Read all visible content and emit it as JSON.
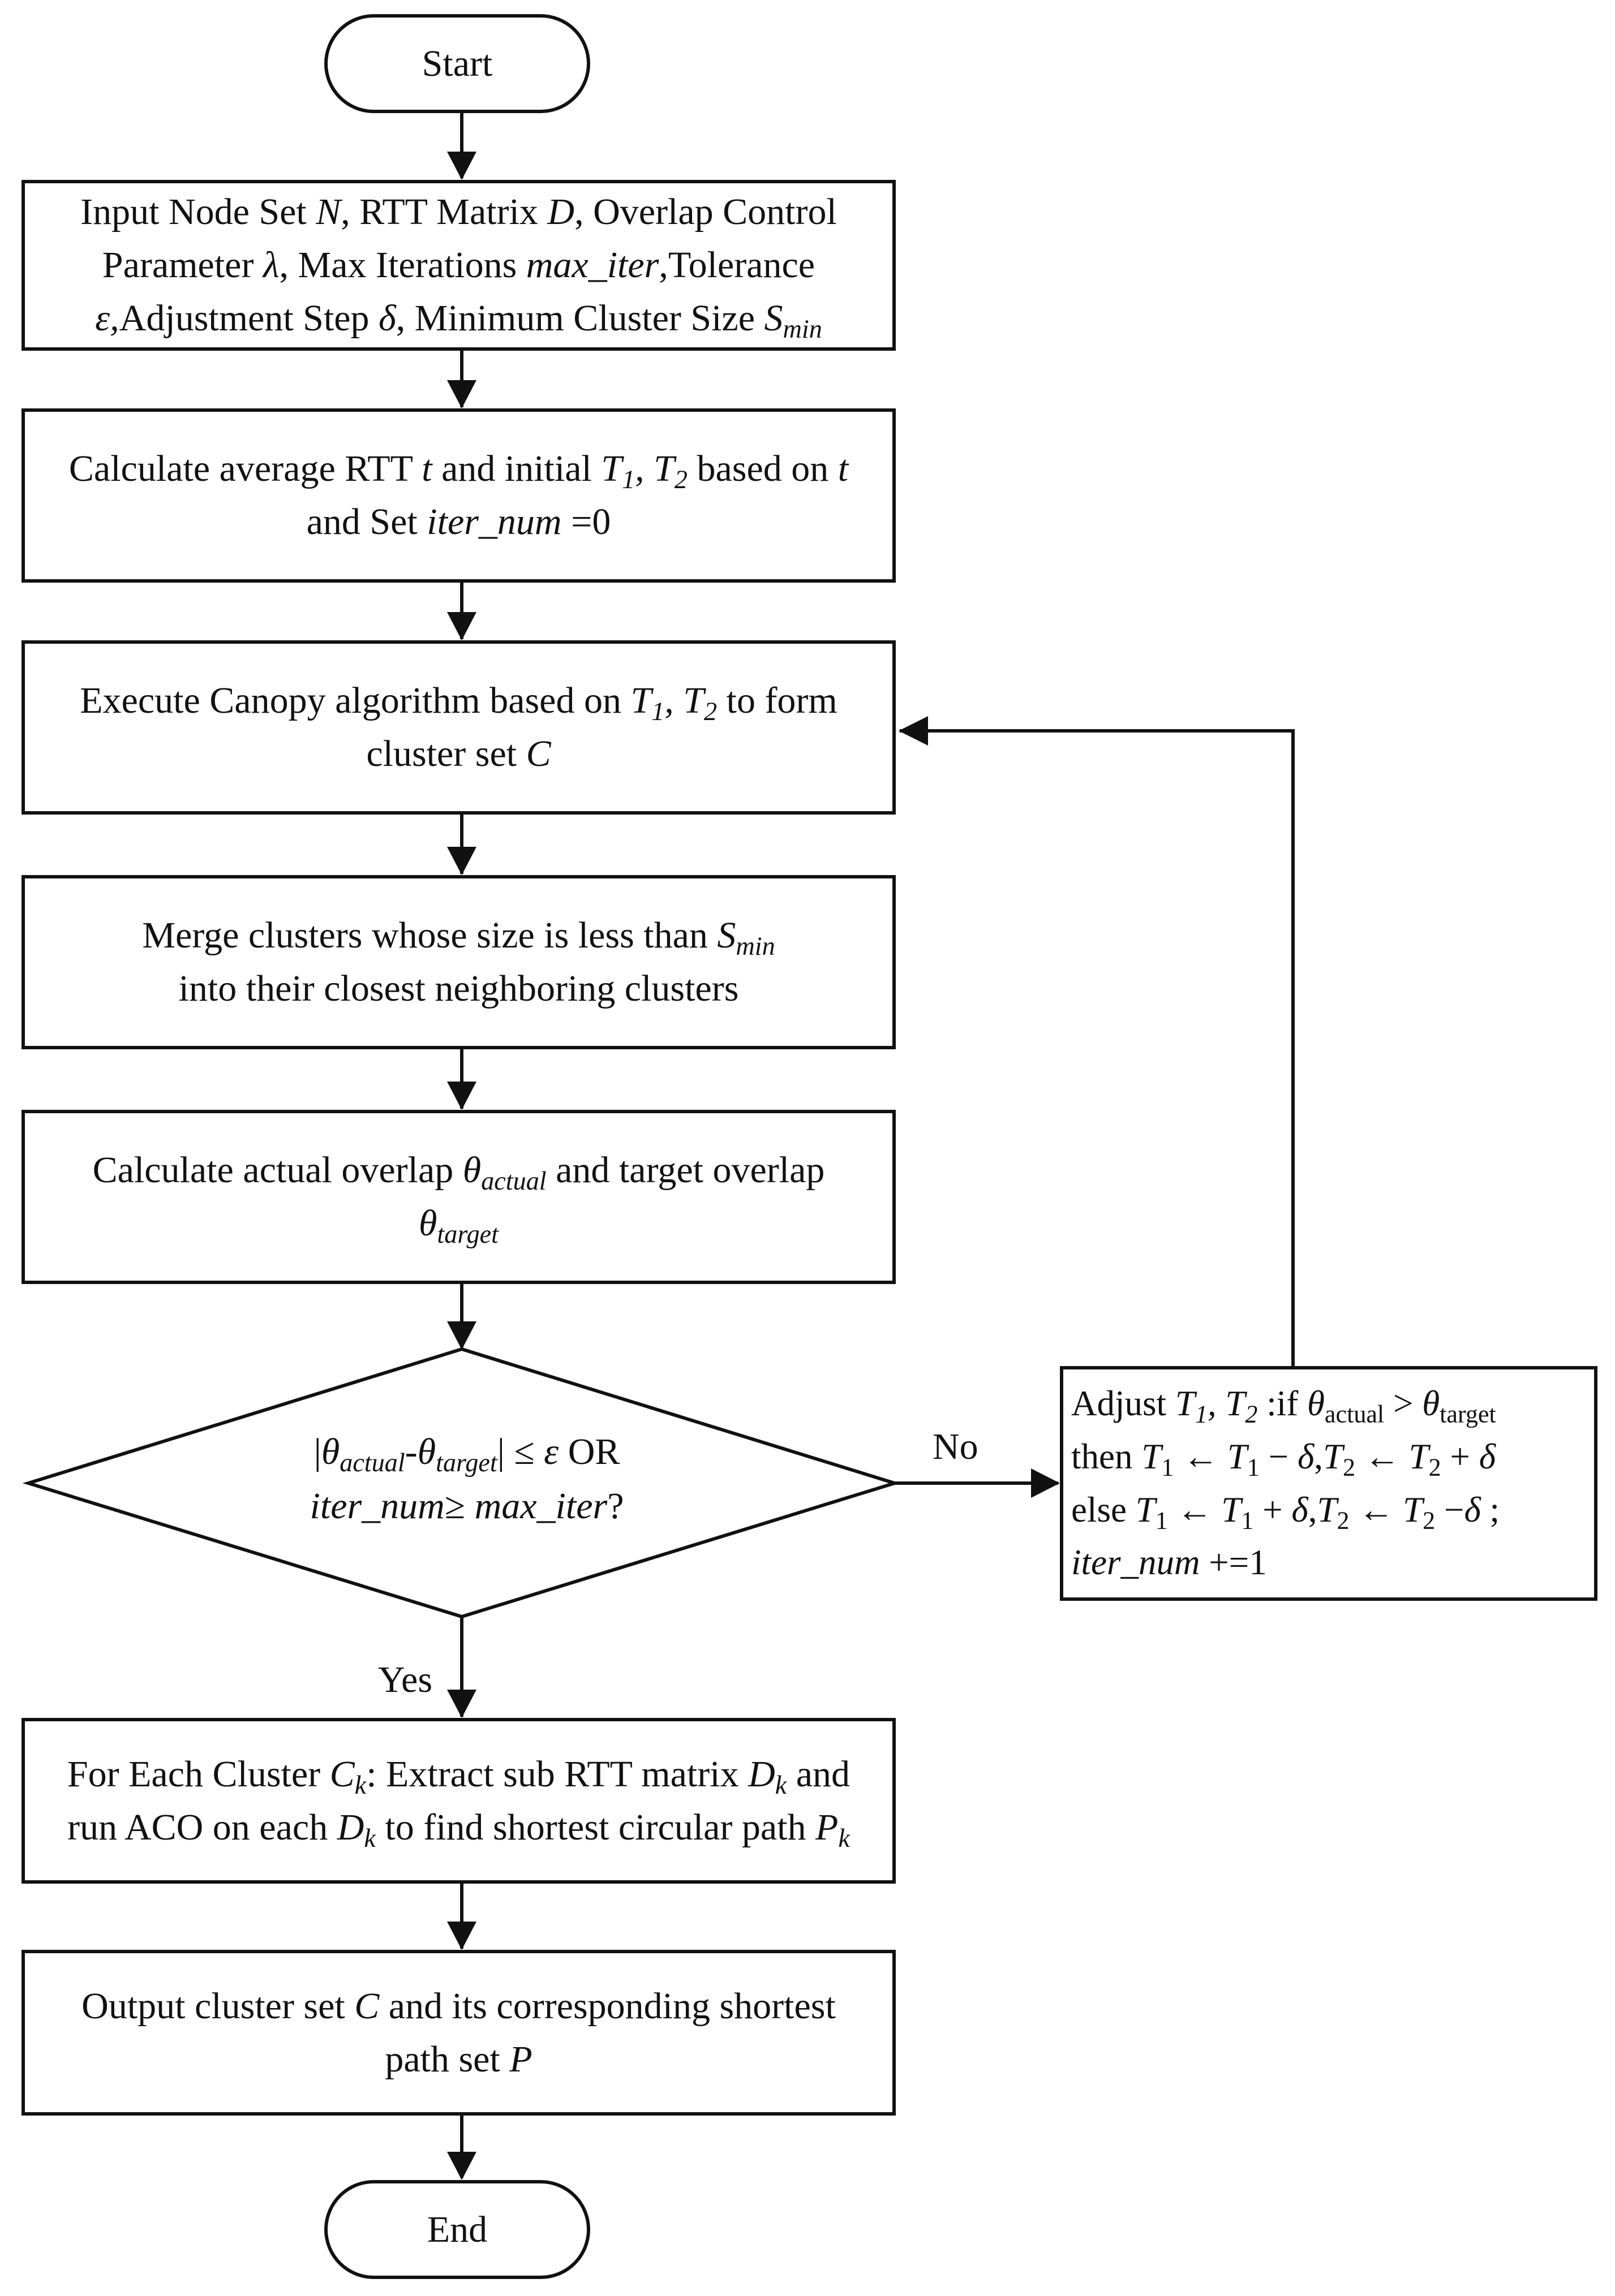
{
  "nodes": {
    "start": "Start",
    "input": {
      "line1": [
        "Input Node Set ",
        "N",
        ", RTT Matrix ",
        "D",
        ", Overlap Control"
      ],
      "line2": [
        "Parameter ",
        "λ",
        ", Max Iterations ",
        "max_iter",
        ",Tolerance"
      ],
      "line3": [
        "ε,",
        "Adjustment Step ",
        "δ",
        ", Minimum Cluster Size ",
        "S",
        "min"
      ]
    },
    "calc_rtt": {
      "line1": [
        "Calculate average RTT ",
        "t",
        " and initial ",
        "T",
        "1",
        ", ",
        "T",
        "2",
        " based on ",
        "t"
      ],
      "line2": [
        "and Set ",
        "iter_num",
        " =0"
      ]
    },
    "canopy": {
      "line1": [
        "Execute Canopy algorithm based on ",
        "T",
        "1",
        ", ",
        "T",
        "2",
        " to form"
      ],
      "line2": [
        "cluster set ",
        "C"
      ]
    },
    "merge": {
      "line1": [
        "Merge clusters whose size is less than ",
        "S",
        "min"
      ],
      "line2": "into their closest neighboring clusters"
    },
    "overlap": {
      "line1": [
        "Calculate actual overlap ",
        "θ",
        "actual",
        " and target overlap"
      ],
      "line2": [
        "θ",
        "target"
      ]
    },
    "decision": {
      "line1": [
        "|",
        "θ",
        "actual",
        "-",
        "θ",
        "target",
        "| ≤ ",
        "ε",
        " OR"
      ],
      "line2": [
        "iter_num",
        "≥ ",
        "max_iter",
        "?"
      ]
    },
    "adjust": {
      "line1": [
        "Adjust ",
        "T",
        "1",
        ", ",
        "T",
        "2",
        " :if ",
        "θ",
        "actual",
        " > ",
        "θ",
        "target"
      ],
      "line2": [
        "then ",
        "T",
        "1",
        " ← ",
        "T",
        "1",
        " − ",
        "δ",
        ",",
        "T",
        "2",
        " ← ",
        "T",
        "2",
        " + ",
        "δ"
      ],
      "line3": [
        "else ",
        "T",
        "1",
        " ← ",
        "T",
        "1",
        " + ",
        "δ",
        ",",
        "T",
        "2",
        " ← ",
        "T",
        "2",
        " −",
        "δ",
        " ;"
      ],
      "line4": [
        "iter_num",
        " +=1"
      ]
    },
    "aco": {
      "line1": [
        "For Each Cluster ",
        "C",
        "k",
        ": Extract sub RTT matrix ",
        "D",
        "k",
        "  and"
      ],
      "line2": [
        "run ACO on each ",
        "D",
        "k",
        " to find shortest circular path ",
        "P",
        "k"
      ]
    },
    "output": {
      "line1": [
        "Output cluster set ",
        "C",
        " and its corresponding shortest"
      ],
      "line2": [
        "path set ",
        "P"
      ]
    },
    "end": "End"
  },
  "edges": {
    "no_label": "No",
    "yes_label": "Yes"
  },
  "colors": {
    "stroke": "#111111",
    "background": "#ffffff"
  }
}
